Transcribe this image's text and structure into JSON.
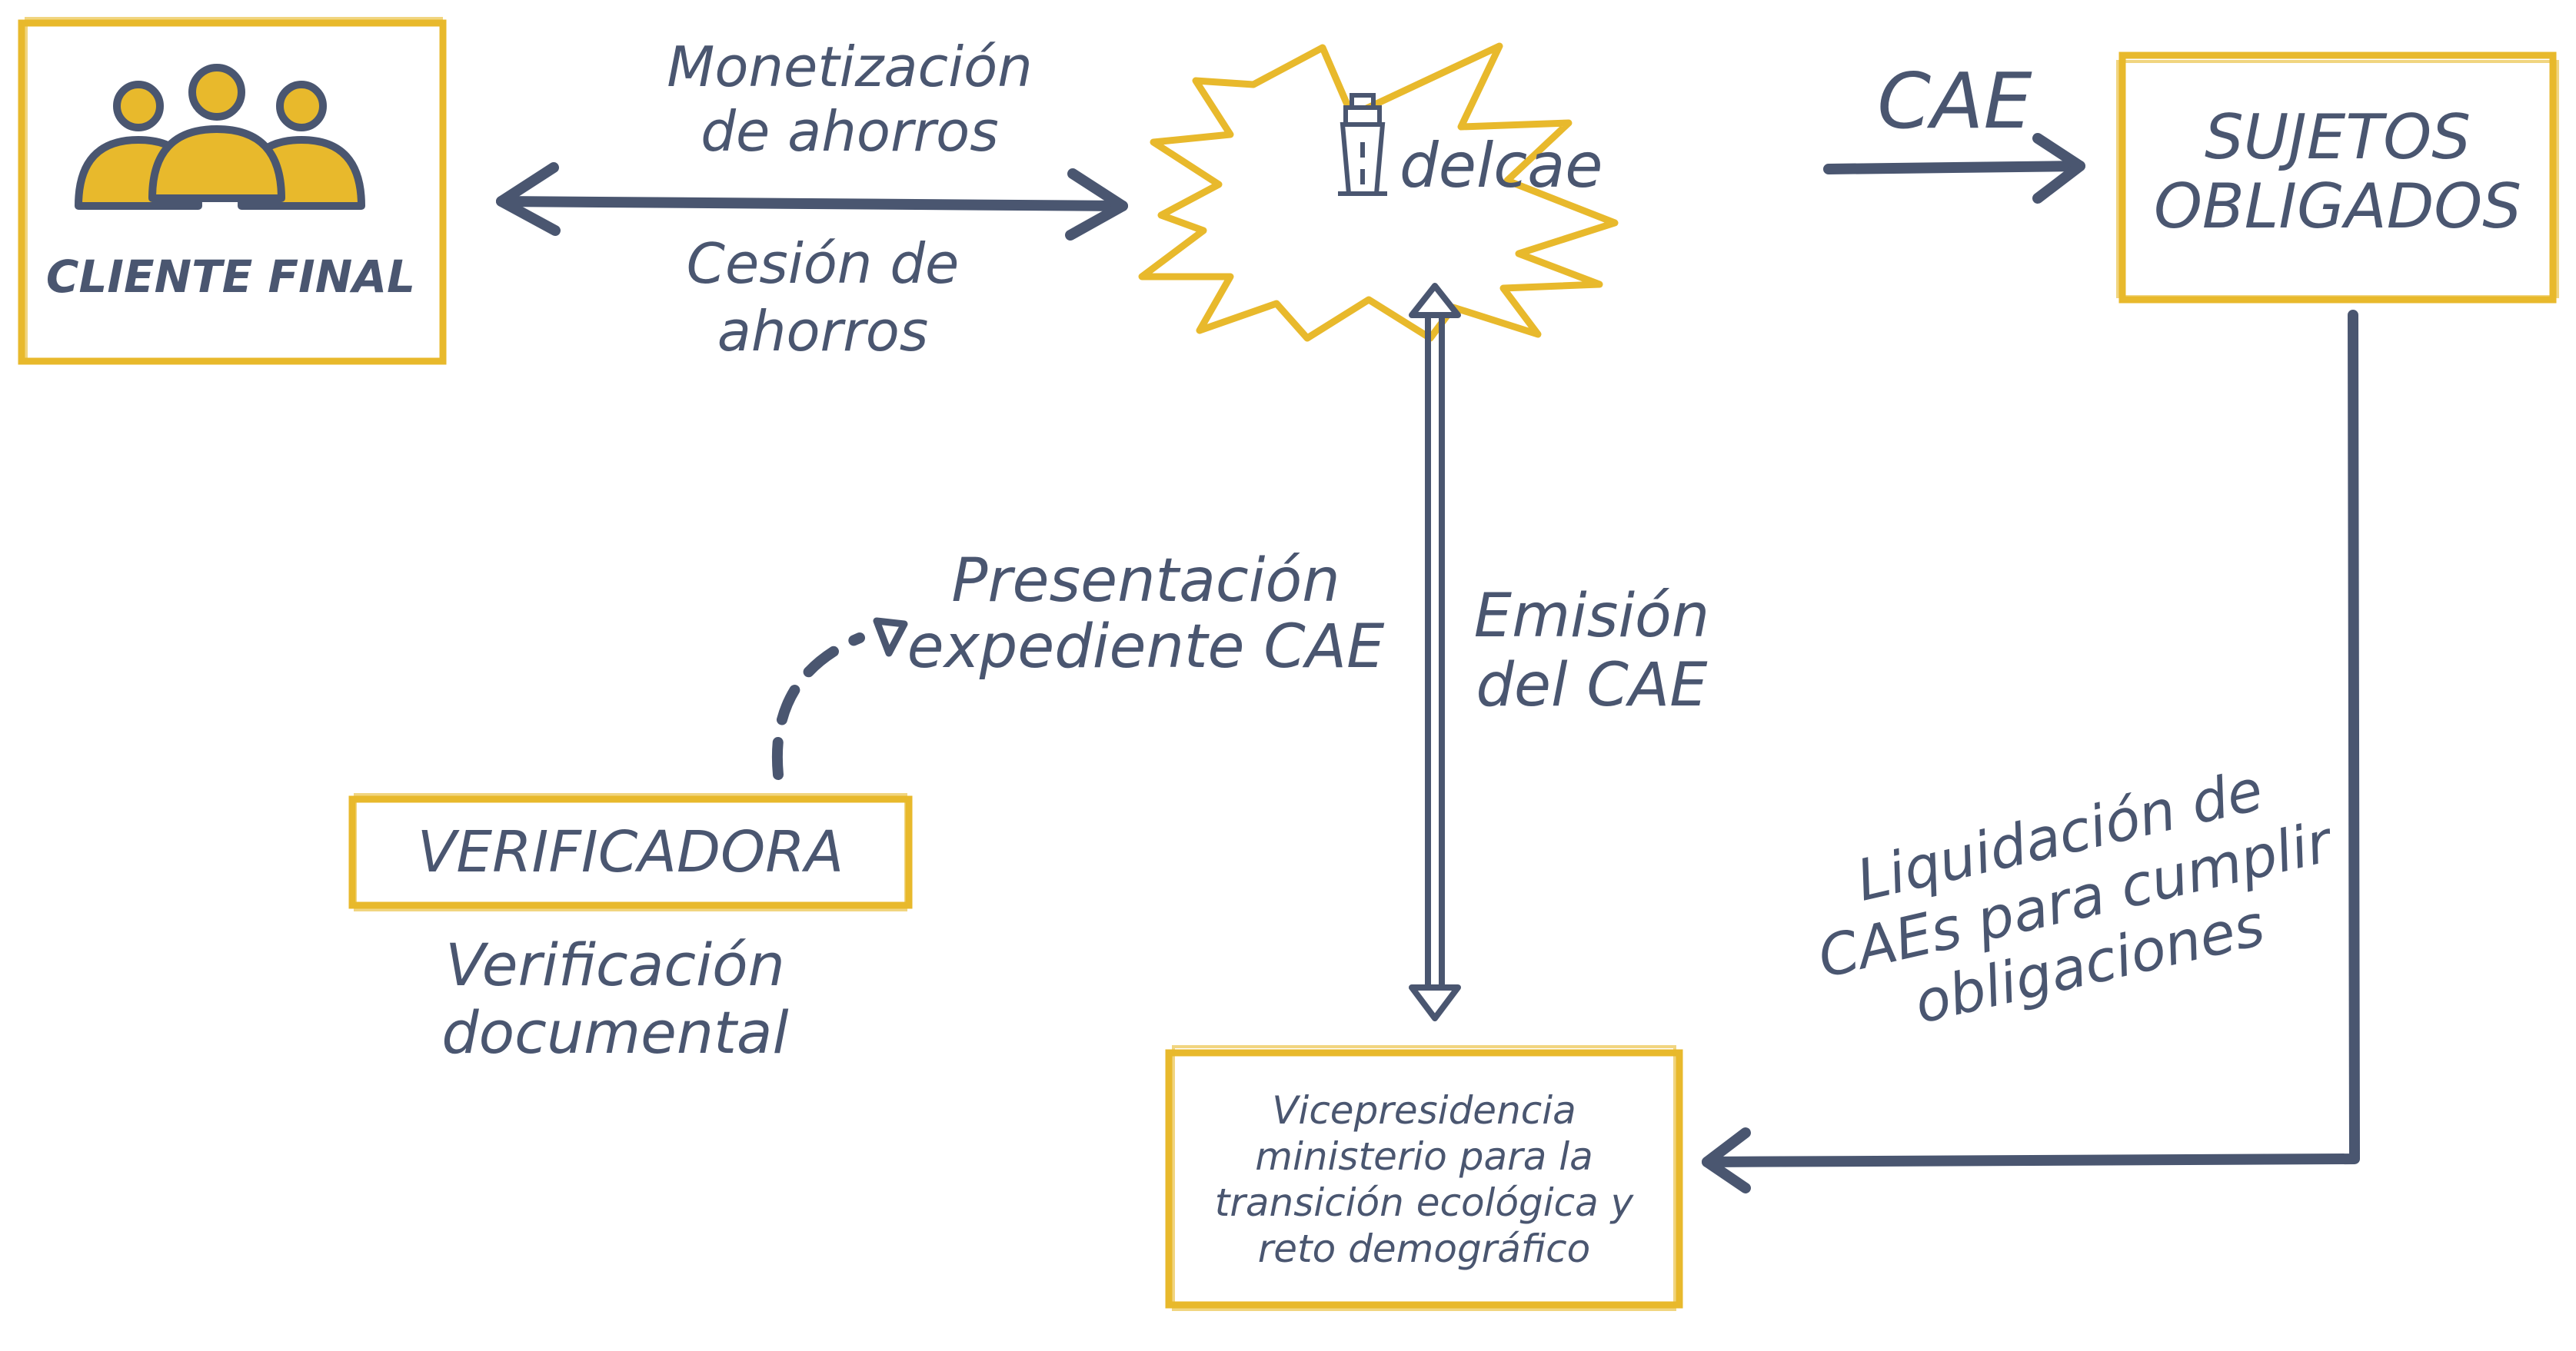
{
  "colors": {
    "navy": "#4a5670",
    "gold": "#e8b92c",
    "background": "#ffffff"
  },
  "nodes": {
    "cliente_final": {
      "label": "CLIENTE FINAL",
      "icon": "people-group-icon"
    },
    "delcae": {
      "label": "delcae",
      "icon": "lighthouse-icon"
    },
    "sujetos_obligados": {
      "lines": [
        "SUJETOS",
        "OBLIGADOS"
      ]
    },
    "verificadora": {
      "label": "VERIFICADORA"
    },
    "vicepresidencia": {
      "lines": [
        "Vicepresidencia",
        "ministerio para la",
        "transición ecológica y",
        "reto demográfico"
      ]
    }
  },
  "edges": {
    "monetizacion": {
      "lines": [
        "Monetización",
        "de ahorros"
      ]
    },
    "cesion": {
      "lines": [
        "Cesión de",
        "ahorros"
      ]
    },
    "cae": {
      "label": "CAE"
    },
    "presentacion": {
      "lines": [
        "Presentación",
        "expediente CAE"
      ]
    },
    "emision": {
      "lines": [
        "Emisión",
        "del CAE"
      ]
    },
    "liquidacion": {
      "lines": [
        "Liquidación de",
        "CAEs para cumplir",
        "obligaciones"
      ]
    },
    "verificacion": {
      "lines": [
        "Verificación",
        "documental"
      ]
    }
  }
}
